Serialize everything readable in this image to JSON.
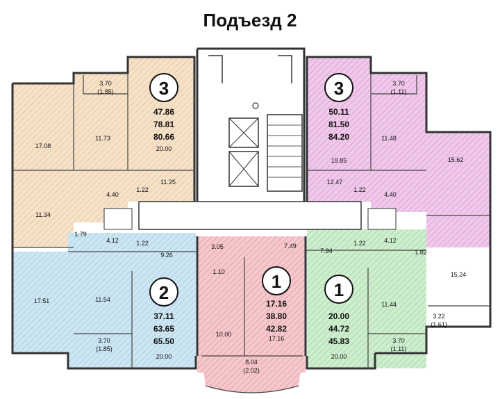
{
  "title": "Подъезд 2",
  "colors": {
    "apt3_left": "#f6e2c8",
    "apt3_right": "#f0c8ea",
    "apt2": "#cde6f2",
    "apt1_center": "#f5c8cc",
    "apt1_right": "#cfeed0"
  },
  "apartments": {
    "a3_left": {
      "rooms": "3",
      "living": "47.86",
      "total": "78.81",
      "total_balc": "80.66"
    },
    "a3_right": {
      "rooms": "3",
      "living": "50.11",
      "total": "81.50",
      "total_balc": "84.20"
    },
    "a2": {
      "rooms": "2",
      "living": "37.11",
      "total": "63.65",
      "total_balc": "65.50"
    },
    "a1_center": {
      "rooms": "1",
      "living": "17.16",
      "total": "38.80",
      "total_balc": "42.82"
    },
    "a1_right": {
      "rooms": "1",
      "living": "20.00",
      "total": "44.72",
      "total_balc": "45.83"
    }
  },
  "labels": {
    "tl_balc": "3.70",
    "tl_balc2": "(1.85)",
    "tl_r1": "17.08",
    "tl_r2": "11.73",
    "tl_r3": "20.00",
    "tl_r4": "11.25",
    "tl_r5": "11.34",
    "tl_r6": "1.79",
    "tl_r7": "4.40",
    "tl_r8": "1.22",
    "tl_r9": "4.12",
    "tl_r10": "1.22",
    "tr_balc": "3.70",
    "tr_balc2": "(1.11)",
    "tr_r1": "19.85",
    "tr_r2": "11.48",
    "tr_r3": "15.62",
    "tr_r4": "12.47",
    "tr_r5": "1.22",
    "tr_r6": "4.40",
    "tr_r7": "1.22",
    "tr_r8": "4.12",
    "bl_r1": "9.26",
    "bl_r2": "17.51",
    "bl_r3": "11.54",
    "bl_r4": "20.00",
    "bl_balc": "3.70",
    "bl_balc2": "(1.85)",
    "bc_r1": "3.05",
    "bc_r2": "1.10",
    "bc_r3": "7.49",
    "bc_r4": "10.00",
    "bc_r5": "17.16",
    "bc_balc": "8.04",
    "bc_balc2": "(2.02)",
    "br_r1": "7.94",
    "br_r2": "1.82",
    "br_r3": "11.44",
    "br_r4": "15.24",
    "br_r5": "20.00",
    "br_balc": "3.70",
    "br_balc2": "(1.11)",
    "br_balc3": "3.22",
    "br_balc4": "(1.61)"
  }
}
